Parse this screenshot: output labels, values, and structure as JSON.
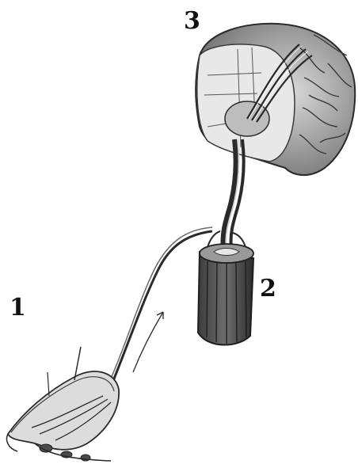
{
  "labels": {
    "receptor": "1",
    "spinal_cord": "2",
    "brain": "3"
  },
  "colors": {
    "ink": "#2a2a2a",
    "shade_dark": "#5b5b5b",
    "shade_mid": "#8c8c8c",
    "shade_light": "#cfcfcf",
    "paper": "#ffffff"
  },
  "icons": {
    "receptor": "skin-receptor-illustration",
    "spinal_cord": "spinal-cord-segment-illustration",
    "brain": "brain-hemisphere-illustration",
    "pathway": "ascending-nerve-pathway"
  }
}
